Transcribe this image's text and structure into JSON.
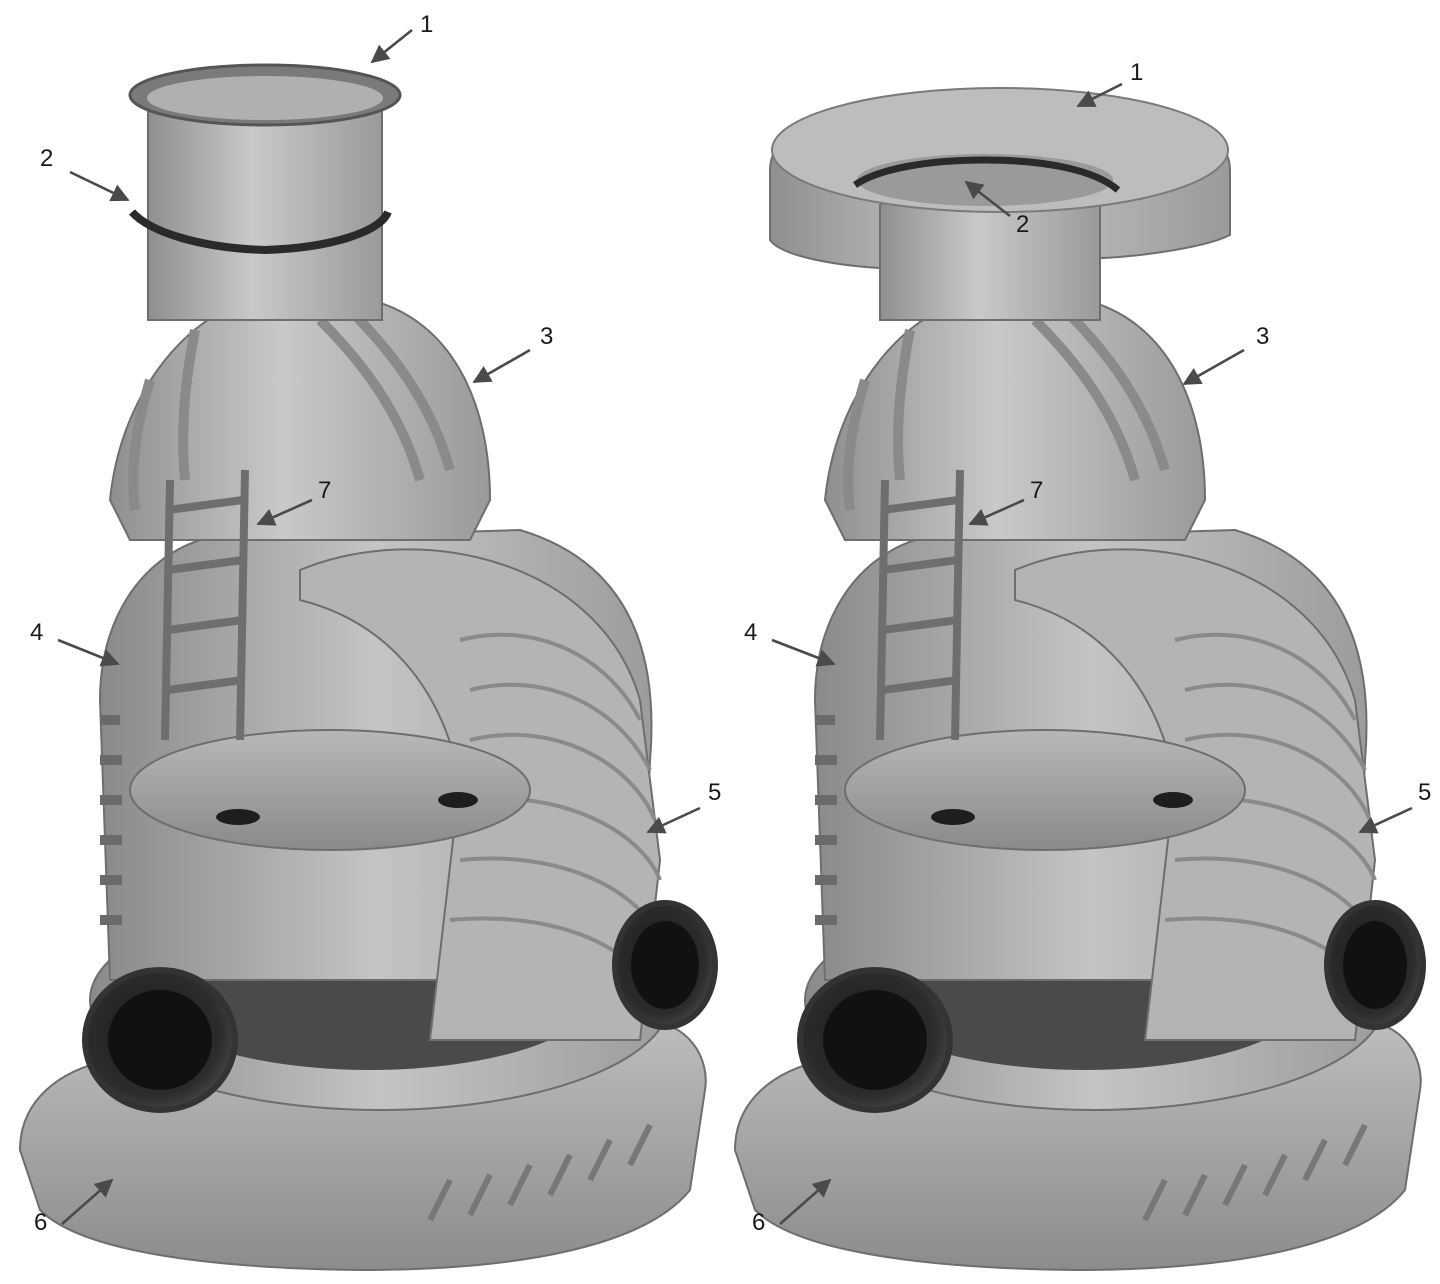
{
  "figure": {
    "panels": [
      {
        "id": "left",
        "callouts": [
          {
            "label": "1"
          },
          {
            "label": "2"
          },
          {
            "label": "3"
          },
          {
            "label": "7"
          },
          {
            "label": "4"
          },
          {
            "label": "5"
          },
          {
            "label": "6"
          }
        ]
      },
      {
        "id": "right",
        "callouts": [
          {
            "label": "1"
          },
          {
            "label": "2"
          },
          {
            "label": "3"
          },
          {
            "label": "7"
          },
          {
            "label": "4"
          },
          {
            "label": "5"
          },
          {
            "label": "6"
          }
        ]
      }
    ],
    "colors": {
      "plastic_light": "#cfcfcf",
      "plastic_mid": "#a6a6a6",
      "plastic_dark": "#7a7a7a",
      "rubber_black": "#2a2a2a",
      "arrow": "#4a4a4a"
    }
  }
}
